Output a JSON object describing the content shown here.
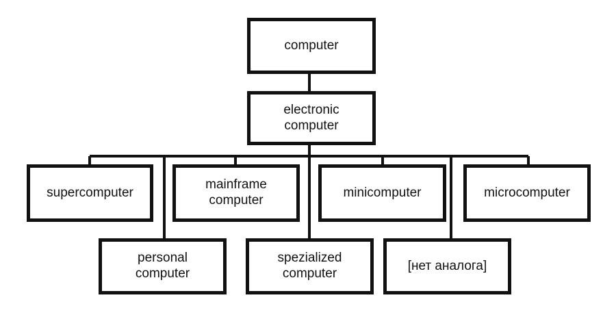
{
  "diagram": {
    "nodes": [
      {
        "id": "computer",
        "label": "computer"
      },
      {
        "id": "electronic",
        "label": "electronic\ncomputer"
      },
      {
        "id": "super",
        "label": "supercomputer"
      },
      {
        "id": "mainframe",
        "label": "mainframe\ncomputer"
      },
      {
        "id": "mini",
        "label": "minicomputer"
      },
      {
        "id": "micro",
        "label": "microcomputer"
      },
      {
        "id": "personal",
        "label": "personal\ncomputer"
      },
      {
        "id": "specialized",
        "label": "spezialized\ncomputer"
      },
      {
        "id": "none",
        "label": "[нет аналога]"
      }
    ],
    "edges": [
      [
        "computer",
        "electronic"
      ],
      [
        "electronic",
        "super"
      ],
      [
        "electronic",
        "mainframe"
      ],
      [
        "electronic",
        "mini"
      ],
      [
        "electronic",
        "micro"
      ],
      [
        "electronic",
        "personal"
      ],
      [
        "electronic",
        "specialized"
      ],
      [
        "electronic",
        "none"
      ]
    ]
  }
}
